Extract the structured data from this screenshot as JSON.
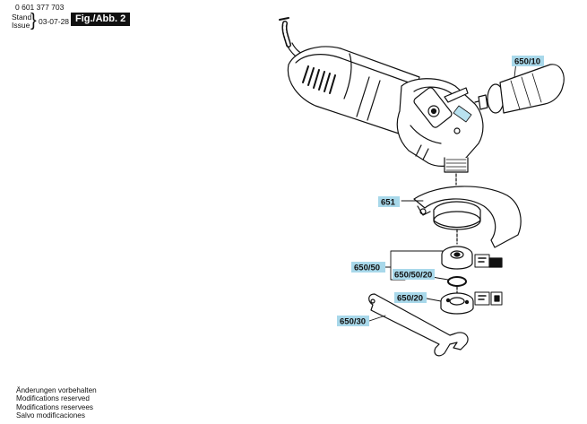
{
  "header": {
    "part_number": "0 601 377 703",
    "stand_label": "Stand",
    "issue_label": "Issue",
    "date": "03-07-28",
    "figure": "Fig./Abb. 2"
  },
  "callouts": {
    "side_handle": "650/10",
    "guard": "651",
    "flange_set": "650/50",
    "flange_inner": "650/50/20",
    "clamp_nut": "650/20",
    "spanner": "650/30"
  },
  "notes": [
    "Änderungen vorbehalten",
    "Modifications reserved",
    "Modifications reservees",
    "Salvo modificaciones"
  ],
  "colors": {
    "callout_fill": "#a8d8ea",
    "line": "#111111"
  }
}
